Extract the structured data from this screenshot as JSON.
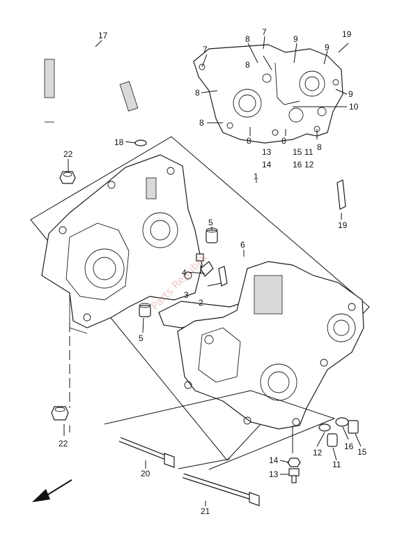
{
  "callouts": {
    "c1": "1",
    "c2": "2",
    "c3": "3",
    "c4": "4",
    "c5a": "5",
    "c5b": "5",
    "c6": "6",
    "c7a": "7",
    "c7b": "7",
    "c8a": "8",
    "c8b": "8",
    "c8c": "8",
    "c8d": "8",
    "c8e": "8",
    "c8f": "8",
    "c8g": "8",
    "c9a": "9",
    "c9b": "9",
    "c9c": "9",
    "c10": "10",
    "c11a": "11",
    "c11b": "11",
    "c12a": "12",
    "c12b": "12",
    "c13a": "13",
    "c13b": "13",
    "c14a": "14",
    "c14b": "14",
    "c15a": "15",
    "c15b": "15",
    "c16a": "16",
    "c16b": "16",
    "c17": "17",
    "c18": "18",
    "c19a": "19",
    "c19b": "19",
    "c20": "20",
    "c21": "21",
    "c22a": "22",
    "c22b": "22"
  },
  "watermark": "Parts Republik",
  "icons": {
    "front_arrow": "direction-arrow-icon"
  }
}
